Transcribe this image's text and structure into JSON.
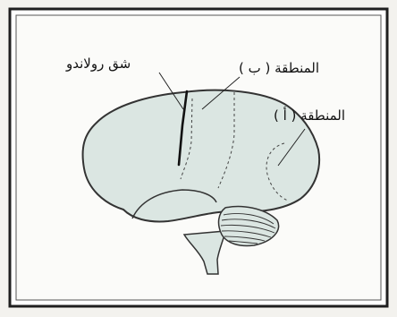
{
  "labels": {
    "rolando_fissure": "شق رولاندو",
    "region_b": "المنطقة ( ب )",
    "region_a": "المنطقة ( أ )"
  },
  "colors": {
    "page_background": "#f3f2ee",
    "frame_inner": "#ffffff",
    "frame_border": "#1f1f1f",
    "brain_fill": "#dbe6e2",
    "outline": "#333333"
  }
}
